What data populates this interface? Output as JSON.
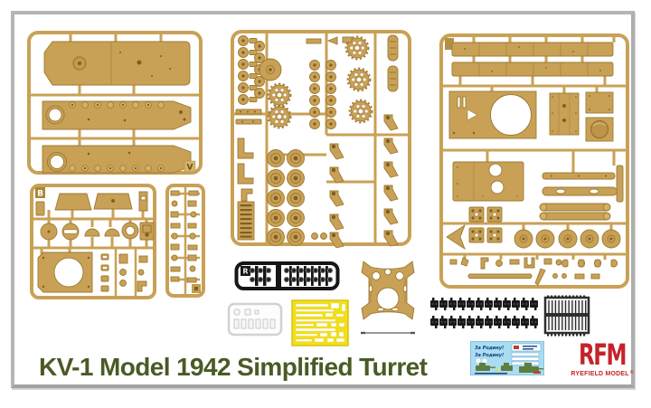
{
  "title": {
    "text": "KV-1 Model 1942 Simplified Turret"
  },
  "brand": {
    "logo": "RFM",
    "name": "RYEFIELD MODEL",
    "reg": "®"
  },
  "sprue_tags": {
    "hull_sprue": "V",
    "turret_sprue": "B",
    "black_sprue": "R"
  },
  "decal": {
    "slogan1": "За Родину!",
    "slogan2": "За Родину!"
  },
  "colors": {
    "plastic_tan": "#c9a156",
    "plastic_outline": "#9d7a32",
    "black_plastic": "#191919",
    "clear_plastic": "#ededed",
    "photo_etch_yellow": "#f2de1c",
    "decal_blue": "#aadcf2",
    "logo_red": "#c4232a",
    "title_green": "#4a5a25",
    "frame_gray": "#b5b5b5",
    "metal_rod_gray": "#9a9a9a"
  }
}
